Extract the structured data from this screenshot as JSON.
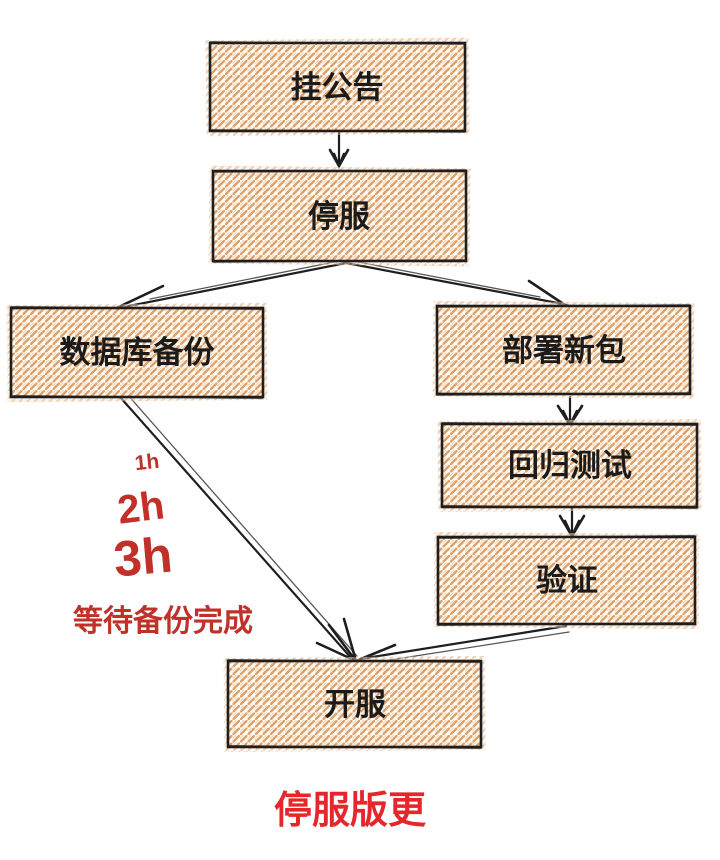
{
  "diagram": {
    "title": "停服版更",
    "style": "hand-drawn-flowchart",
    "nodes": [
      {
        "id": "post-announcement",
        "label": "挂公告"
      },
      {
        "id": "stop-server",
        "label": "停服"
      },
      {
        "id": "db-backup",
        "label": "数据库备份"
      },
      {
        "id": "deploy-package",
        "label": "部署新包"
      },
      {
        "id": "regression-test",
        "label": "回归测试"
      },
      {
        "id": "verify",
        "label": "验证"
      },
      {
        "id": "open-server",
        "label": "开服"
      }
    ],
    "edges": [
      {
        "from": "挂公告",
        "to": "停服"
      },
      {
        "from": "停服",
        "to": "数据库备份"
      },
      {
        "from": "停服",
        "to": "部署新包"
      },
      {
        "from": "部署新包",
        "to": "回归测试"
      },
      {
        "from": "回归测试",
        "to": "验证"
      },
      {
        "from": "数据库备份",
        "to": "开服",
        "note": "等待备份完成"
      },
      {
        "from": "验证",
        "to": "开服"
      }
    ],
    "annotations": {
      "duration_small": "1h",
      "duration_medium": "2h",
      "duration_large": "3h",
      "wait_note": "等待备份完成"
    },
    "colors": {
      "box_hatch": "#e0a169",
      "box_hatch_light": "#edc7a0",
      "box_stroke": "#1e1e1e",
      "node_text": "#1b1b1b",
      "annotation_red": "#bf3129",
      "title_red": "#e5262b",
      "background": "#ffffff"
    }
  }
}
